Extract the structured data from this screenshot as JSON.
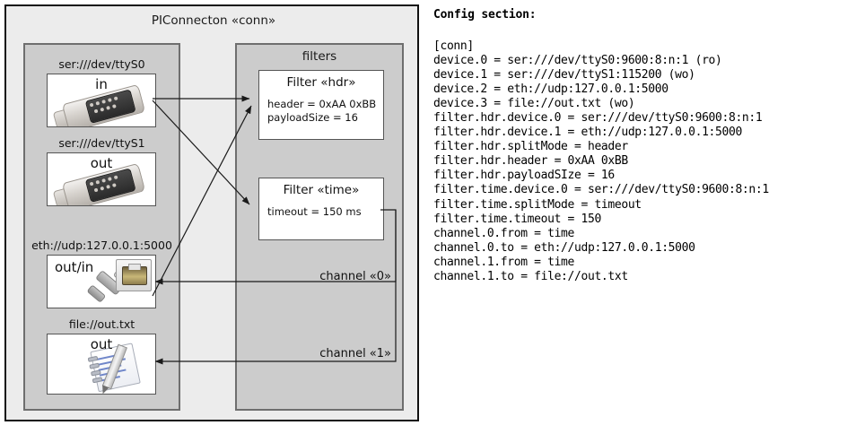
{
  "diagram": {
    "outer": {
      "title": "PIConnecton «conn»"
    },
    "devices_panel": {
      "title": "",
      "items": [
        {
          "label": "ser:///dev/ttyS0",
          "io": "in",
          "icon": "serial-port-icon"
        },
        {
          "label": "ser:///dev/ttyS1",
          "io": "out",
          "icon": "serial-port-icon"
        },
        {
          "label": "eth://udp:127.0.0.1:5000",
          "io": "out/in",
          "icon": "ethernet-jack-icon"
        },
        {
          "label": "file://out.txt",
          "io": "out",
          "icon": "notepad-pencil-icon"
        }
      ]
    },
    "filters_panel": {
      "title": "filters",
      "filters": [
        {
          "title": "Filter «hdr»",
          "props": [
            "header = 0xAA 0xBB",
            "payloadSize = 16"
          ]
        },
        {
          "title": "Filter «time»",
          "props": [
            "timeout = 150 ms"
          ]
        }
      ],
      "channels": [
        {
          "label": "channel «0»"
        },
        {
          "label": "channel «1»"
        }
      ]
    }
  },
  "config": {
    "heading": "Config section:",
    "text": "[conn]\ndevice.0 = ser:///dev/ttyS0:9600:8:n:1 (ro)\ndevice.1 = ser:///dev/ttyS1:115200 (wo)\ndevice.2 = eth://udp:127.0.0.1:5000\ndevice.3 = file://out.txt (wo)\nfilter.hdr.device.0 = ser:///dev/ttyS0:9600:8:n:1\nfilter.hdr.device.1 = eth://udp:127.0.0.1:5000\nfilter.hdr.splitMode = header\nfilter.hdr.header = 0xAA 0xBB\nfilter.hdr.payloadSIze = 16\nfilter.time.device.0 = ser:///dev/ttyS0:9600:8:n:1\nfilter.time.splitMode = timeout\nfilter.time.timeout = 150\nchannel.0.from = time\nchannel.0.to = eth://udp:127.0.0.1:5000\nchannel.1.from = time\nchannel.1.to = file://out.txt"
  },
  "colors": {
    "page_bg": "#ffffff",
    "component_bg": "#ececec",
    "panel_bg": "#cccccc",
    "panel_border": "#6e6e6e",
    "card_bg": "#ffffff",
    "line": "#1a1a1a"
  }
}
